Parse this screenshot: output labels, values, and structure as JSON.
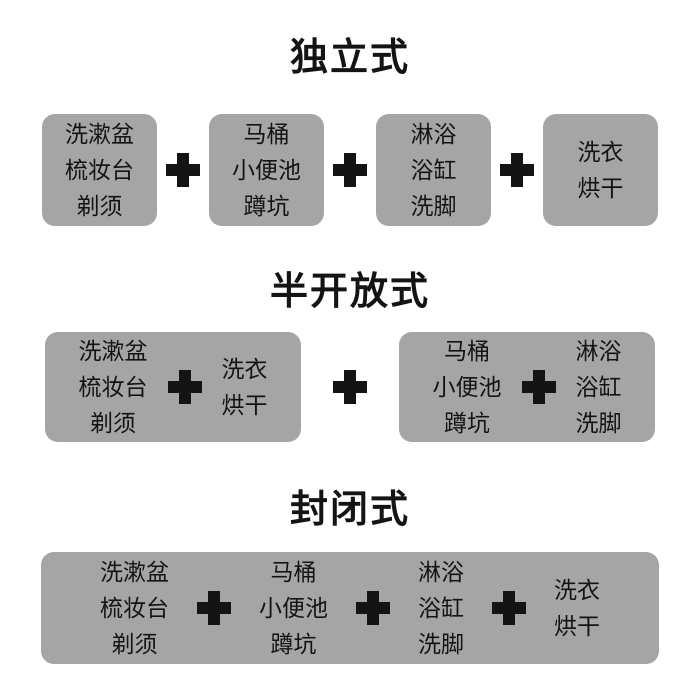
{
  "colors": {
    "background": "#ffffff",
    "box_background": "#a5a5a5",
    "text": "#141414",
    "plus_icon": "#141414"
  },
  "icons": {
    "plus": "+"
  },
  "sections": [
    {
      "title": "独立式",
      "boxes": [
        {
          "groups": [
            {
              "lines": [
                "洗漱盆",
                "梳妆台",
                "剃须"
              ]
            }
          ]
        },
        {
          "groups": [
            {
              "lines": [
                "马桶",
                "小便池",
                "蹲坑"
              ]
            }
          ]
        },
        {
          "groups": [
            {
              "lines": [
                "淋浴",
                "浴缸",
                "洗脚"
              ]
            }
          ]
        },
        {
          "groups": [
            {
              "lines": [
                "洗衣",
                "烘干"
              ]
            }
          ]
        }
      ]
    },
    {
      "title": "半开放式",
      "boxes": [
        {
          "groups": [
            {
              "lines": [
                "洗漱盆",
                "梳妆台",
                "剃须"
              ]
            },
            {
              "lines": [
                "洗衣",
                "烘干"
              ]
            }
          ]
        },
        {
          "groups": [
            {
              "lines": [
                "马桶",
                "小便池",
                "蹲坑"
              ]
            },
            {
              "lines": [
                "淋浴",
                "浴缸",
                "洗脚"
              ]
            }
          ]
        }
      ]
    },
    {
      "title": "封闭式",
      "boxes": [
        {
          "groups": [
            {
              "lines": [
                "洗漱盆",
                "梳妆台",
                "剃须"
              ]
            },
            {
              "lines": [
                "马桶",
                "小便池",
                "蹲坑"
              ]
            },
            {
              "lines": [
                "淋浴",
                "浴缸",
                "洗脚"
              ]
            },
            {
              "lines": [
                "洗衣",
                "烘干"
              ]
            }
          ]
        }
      ]
    }
  ]
}
